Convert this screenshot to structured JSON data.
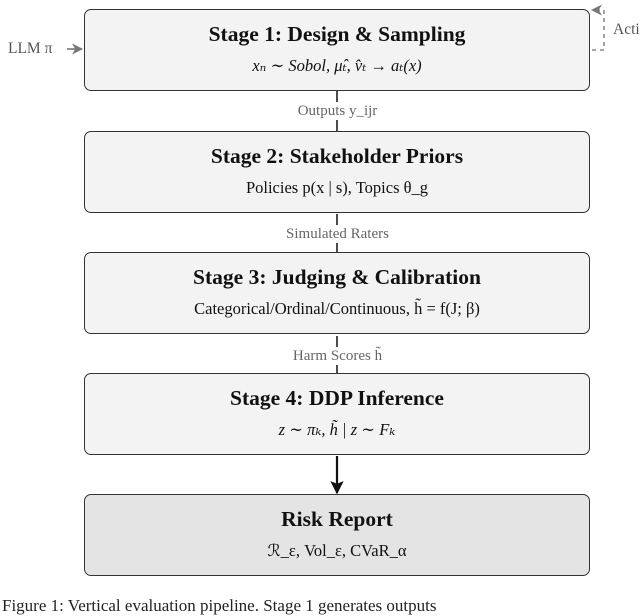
{
  "input_label": "LLM π",
  "feedback_label": "Acti",
  "stages": [
    {
      "title": "Stage 1: Design & Sampling",
      "formula": "xₙ ∼ Sobol,    μ̂ₜ, v̂ₜ → aₜ(x)"
    },
    {
      "title": "Stage 2: Stakeholder Priors",
      "formula": "Policies p(x | s),    Topics θ_g"
    },
    {
      "title": "Stage 3: Judging & Calibration",
      "formula": "Categorical/Ordinal/Continuous, h̃ = f(J; β)"
    },
    {
      "title": "Stage 4: DDP Inference",
      "formula": "z ∼ πₖ,    h̃ | z ∼ Fₖ"
    },
    {
      "title": "Risk Report",
      "formula": "ℛ_ε, Vol_ε, CVaR_α"
    }
  ],
  "edges": [
    {
      "label": "Outputs y_ijr"
    },
    {
      "label": "Simulated Raters"
    },
    {
      "label": "Harm Scores h̃"
    }
  ],
  "caption": "Figure 1: Vertical evaluation pipeline. Stage 1 generates outputs"
}
